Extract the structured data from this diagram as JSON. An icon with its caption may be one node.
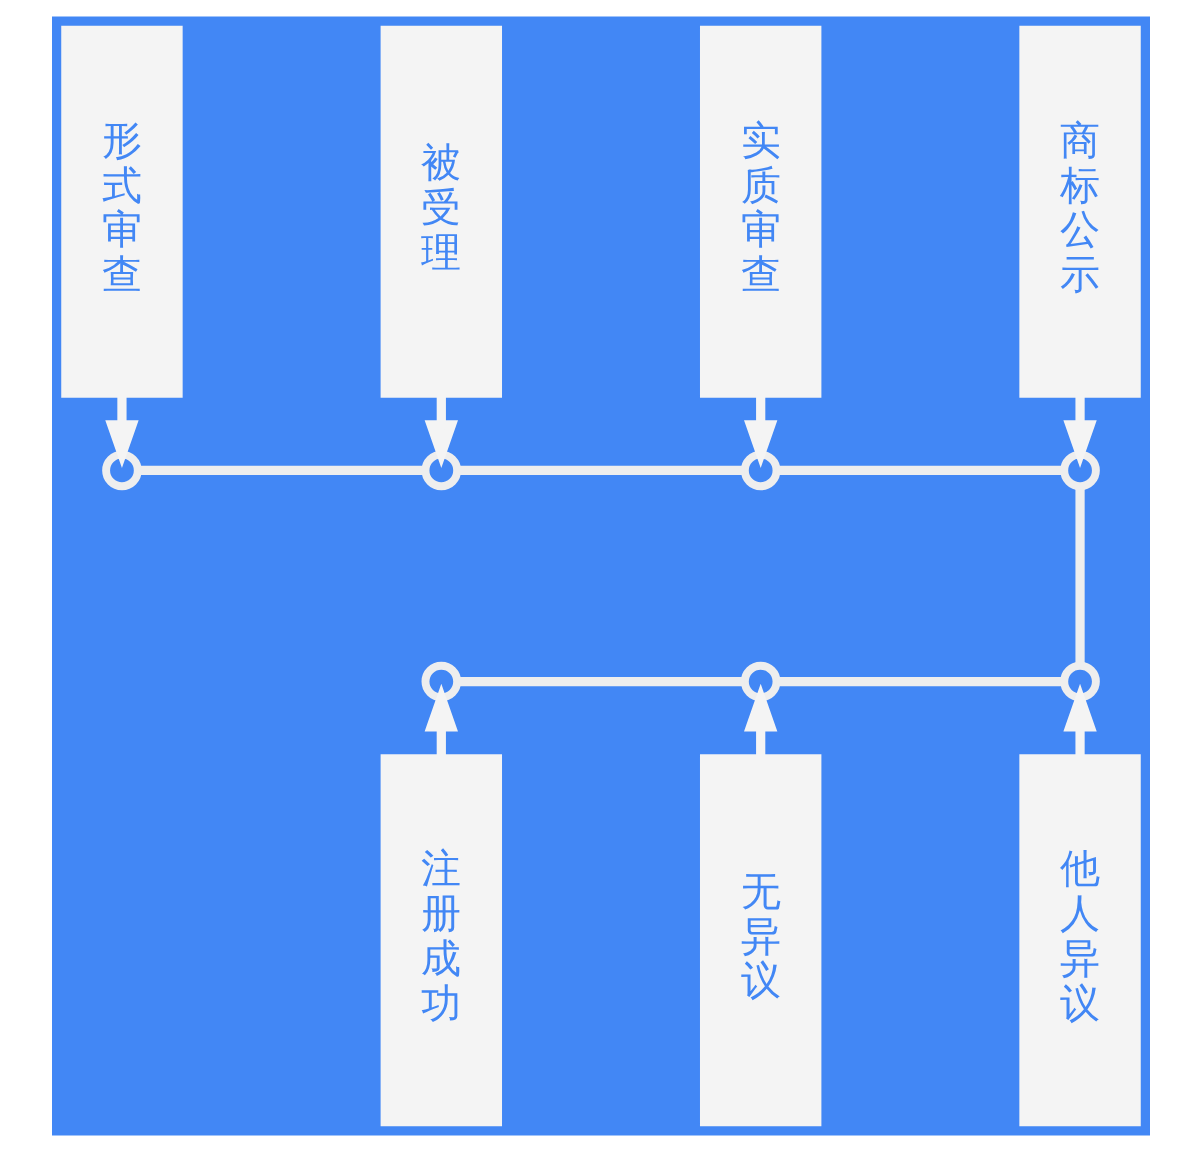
{
  "diagram": {
    "nodes": [
      {
        "text": [
          "形式审查"
        ]
      },
      {
        "text": [
          "被受理"
        ]
      },
      {
        "text": [
          "实质审查"
        ]
      },
      {
        "text": [
          "商标公示"
        ]
      },
      {
        "text": [],
        "shape": "circle"
      },
      {
        "text": [],
        "shape": "circle"
      },
      {
        "text": [],
        "shape": "circle"
      },
      {
        "text": [],
        "shape": "circle"
      },
      {
        "text": [],
        "shape": "circle"
      },
      {
        "text": [],
        "shape": "circle"
      },
      {
        "text": [],
        "shape": "circle"
      },
      {
        "text": [
          "注册成功"
        ]
      },
      {
        "text": [
          "无异议"
        ]
      },
      {
        "text": [
          "他人异议"
        ]
      }
    ],
    "edges": [
      {
        "from": 0,
        "to": 4,
        "arrow": "to"
      },
      {
        "from": 1,
        "to": 5,
        "arrow": "to"
      },
      {
        "from": 2,
        "to": 6,
        "arrow": "to"
      },
      {
        "from": 3,
        "to": 7,
        "arrow": "to"
      },
      {
        "from": 4,
        "to": 5,
        "arrow": "none"
      },
      {
        "from": 5,
        "to": 6,
        "arrow": "none"
      },
      {
        "from": 6,
        "to": 7,
        "arrow": "none"
      },
      {
        "from": 7,
        "to": 10,
        "arrow": "none"
      },
      {
        "from": 10,
        "to": 9,
        "arrow": "none"
      },
      {
        "from": 9,
        "to": 8,
        "arrow": "none"
      },
      {
        "from": 11,
        "to": 8,
        "arrow": "to"
      },
      {
        "from": 12,
        "to": 9,
        "arrow": "to"
      },
      {
        "from": 13,
        "to": 10,
        "arrow": "to"
      }
    ]
  }
}
